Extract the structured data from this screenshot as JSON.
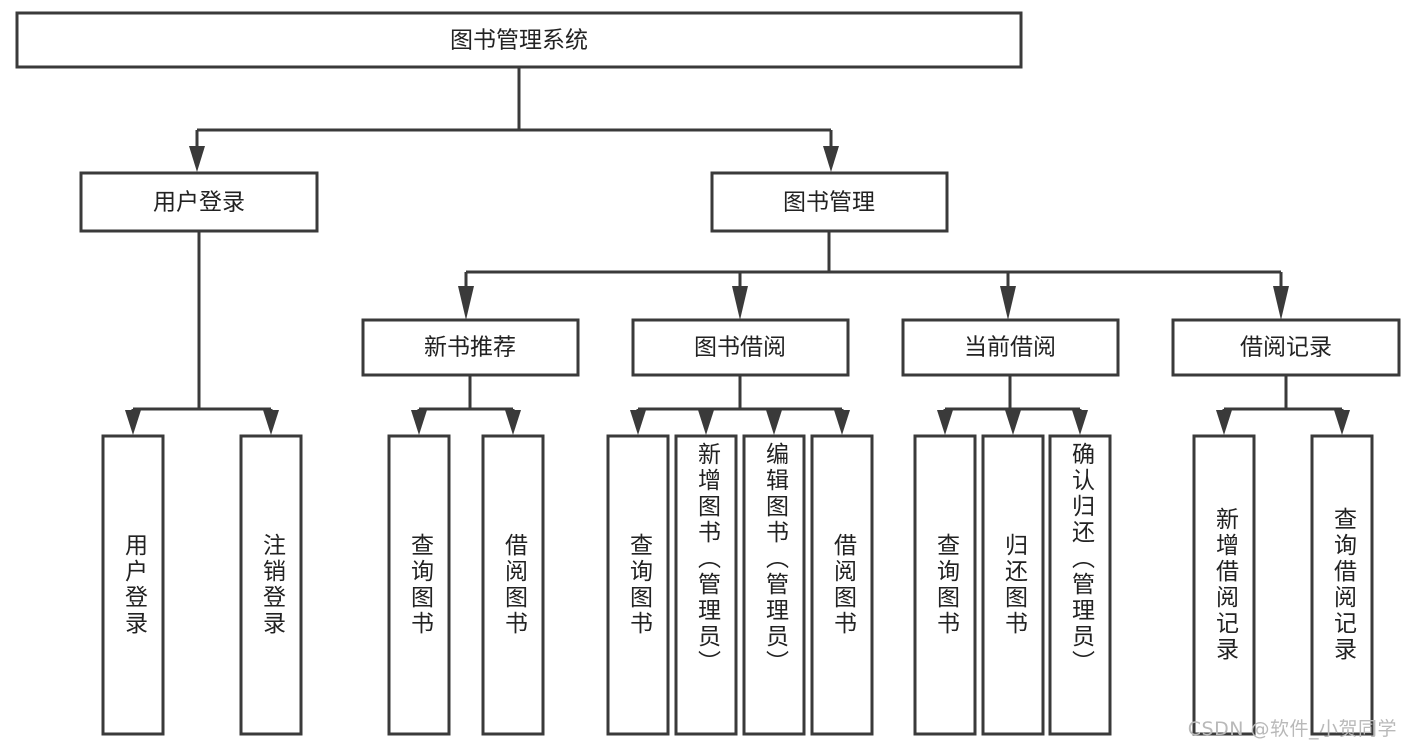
{
  "diagram": {
    "title": "图书管理系统",
    "type": "tree",
    "root": {
      "id": "root",
      "label": "图书管理系统",
      "orientation": "horizontal"
    },
    "level2": [
      {
        "id": "user-login",
        "label": "用户登录",
        "orientation": "horizontal"
      },
      {
        "id": "book-manage",
        "label": "图书管理",
        "orientation": "horizontal"
      }
    ],
    "level3": [
      {
        "id": "new-book-recommend",
        "label": "新书推荐",
        "parent": "book-manage",
        "orientation": "horizontal"
      },
      {
        "id": "book-borrow",
        "label": "图书借阅",
        "parent": "book-manage",
        "orientation": "horizontal"
      },
      {
        "id": "current-borrow",
        "label": "当前借阅",
        "parent": "book-manage",
        "orientation": "horizontal"
      },
      {
        "id": "borrow-record",
        "label": "借阅记录",
        "parent": "book-manage",
        "orientation": "horizontal"
      }
    ],
    "leaves": [
      {
        "id": "leaf-user-login",
        "label": "用户登录",
        "parent": "user-login",
        "orientation": "vertical"
      },
      {
        "id": "leaf-logout-login",
        "label": "注销登录",
        "parent": "user-login",
        "orientation": "vertical"
      },
      {
        "id": "leaf-query-book-rec",
        "label": "查询图书",
        "parent": "new-book-recommend",
        "orientation": "vertical"
      },
      {
        "id": "leaf-borrow-book-rec",
        "label": "借阅图书",
        "parent": "new-book-recommend",
        "orientation": "vertical"
      },
      {
        "id": "leaf-query-book-borrow",
        "label": "查询图书",
        "parent": "book-borrow",
        "orientation": "vertical"
      },
      {
        "id": "leaf-add-book-admin",
        "label": "新增图书（管理员）",
        "parent": "book-borrow",
        "orientation": "vertical"
      },
      {
        "id": "leaf-edit-book-admin",
        "label": "编辑图书（管理员）",
        "parent": "book-borrow",
        "orientation": "vertical"
      },
      {
        "id": "leaf-borrow-book",
        "label": "借阅图书",
        "parent": "book-borrow",
        "orientation": "vertical"
      },
      {
        "id": "leaf-query-book-current",
        "label": "查询图书",
        "parent": "current-borrow",
        "orientation": "vertical"
      },
      {
        "id": "leaf-return-book",
        "label": "归还图书",
        "parent": "current-borrow",
        "orientation": "vertical"
      },
      {
        "id": "leaf-confirm-return-admin",
        "label": "确认归还（管理员）",
        "parent": "current-borrow",
        "orientation": "vertical"
      },
      {
        "id": "leaf-add-borrow-record",
        "label": "新增借阅记录",
        "parent": "borrow-record",
        "orientation": "vertical"
      },
      {
        "id": "leaf-query-borrow-record",
        "label": "查询借阅记录",
        "parent": "borrow-record",
        "orientation": "vertical"
      }
    ],
    "colors": {
      "box_fill": "#ffffff",
      "box_stroke": "#3a3a3a",
      "text": "#222222",
      "background": "#ffffff",
      "watermark": "#b9b9b9"
    }
  },
  "watermark": {
    "text": "CSDN @软件_小贺同学"
  }
}
